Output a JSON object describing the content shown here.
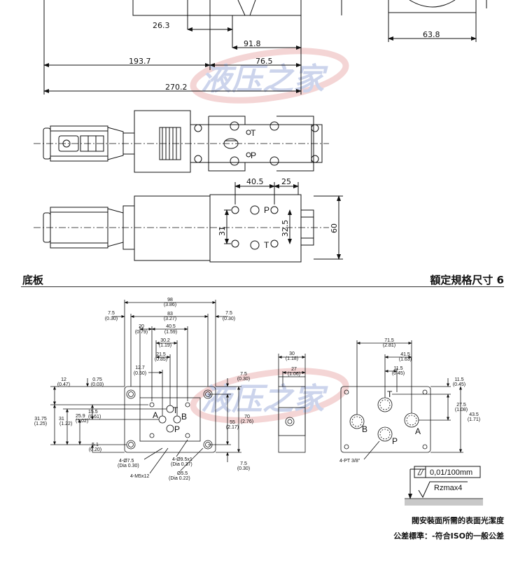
{
  "headings": {
    "left": "底板",
    "right": "額定規格尺寸 6"
  },
  "top_dims": {
    "d_26_3": "26.3",
    "d_91_8": "91.8",
    "d_193_7": "193.7",
    "d_76_5": "76.5",
    "d_270_2": "270.2",
    "d_63_8": "63.8"
  },
  "mid_dims": {
    "port_t": "T",
    "port_p": "P",
    "d_40_5": "40.5",
    "d_25": "25",
    "d_31": "31",
    "d_32_5": "32.5",
    "d_60": "60"
  },
  "subplate_front": {
    "w98": "98",
    "w98_in": "(3.86)",
    "w83": "83",
    "w83_in": "(3.27)",
    "e7_5a": "7.5",
    "e7_5a_in": "(0.30)",
    "e7_5b": "7.5",
    "e7_5b_in": "(0.30)",
    "w20": "20",
    "w20_in": "(0.79)",
    "w40_5": "40.5",
    "w40_5_in": "(1.59)",
    "w30_2": "30.2",
    "w30_2_in": "(1.19)",
    "w21_5": "21.5",
    "w21_5_in": "(0.85)",
    "w12_7": "12.7",
    "w12_7_in": "(0.50)",
    "l12": "12",
    "l12_in": "(0.47)",
    "l0_75": "0.75",
    "l0_75_in": "(0.03)",
    "h31_75": "31.75",
    "h31_75_in": "(1.25)",
    "h31": "31",
    "h31_in": "(1.22)",
    "h25_9": "25.9",
    "h25_9_in": "(1.02)",
    "h15_5": "15.5",
    "h15_5_in": "(0.61)",
    "h5_1": "5.1",
    "h5_1_in": "(0.20)",
    "r7_5a": "7.5",
    "r7_5a_in": "(0.30)",
    "h55": "55",
    "h55_in": "(2.17)",
    "h70": "70",
    "h70_in": "(2.76)",
    "r7_5b": "7.5",
    "r7_5b_in": "(0.30)",
    "port_a": "A",
    "port_t": "T",
    "port_b": "B",
    "port_p": "P",
    "c1": "4-Ø7.5",
    "c1_in": "(Dia 0.30)",
    "c2": "4-M5x12",
    "c3": "4-Ø9.5x1",
    "c3_in": "(Dia 0.37)",
    "c4": "Ø5.5",
    "c4_in": "(Dia 0.22)"
  },
  "subplate_side": {
    "w30": "30",
    "w30_in": "(1.18)",
    "w27": "27",
    "w27_in": "(1.06)"
  },
  "subplate_rear": {
    "w71_5": "71.5",
    "w71_5_in": "(2.81)",
    "w41_5": "41.5",
    "w41_5_in": "(1.63)",
    "w11_5": "11.5",
    "w11_5_in": "(0.45)",
    "r11_5": "11.5",
    "r11_5_in": "(0.45)",
    "r27_5": "27.5",
    "r27_5_in": "(1.08)",
    "r43_5": "43.5",
    "r43_5_in": "(1.71)",
    "port_b": "B",
    "port_t": "T",
    "port_a": "A",
    "port_p": "P",
    "thread": "4-PT 3/8\""
  },
  "surface": {
    "flatness": "0,01/100mm",
    "roughness": "Rzmax4"
  },
  "notes": {
    "mounting_surface": "閥安裝面所需的表面光潔度",
    "tolerance": "公差標準：-符合ISO的一般公差"
  },
  "watermark": {
    "text": "液压之家"
  }
}
